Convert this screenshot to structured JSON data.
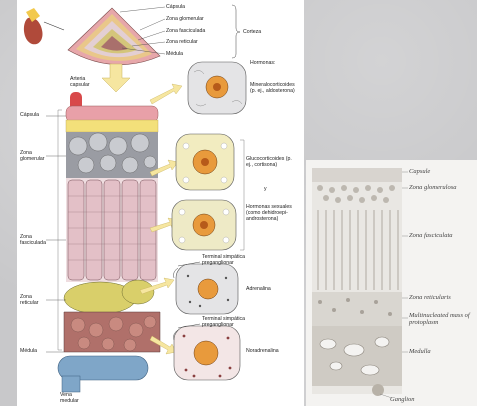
{
  "left_diagram": {
    "top_labels": {
      "capsula": "Cápsula",
      "zona_glomerular": "Zona glomerular",
      "zona_fasciculada": "Zona fasciculada",
      "zona_reticular": "Zona reticular",
      "medula": "Médula",
      "corteza": "Corteza"
    },
    "left_labels": {
      "arteria": "Arteria capsular",
      "capsula": "Cápsula",
      "glomerular": "Zona glomerular",
      "fasciculada": "Zona fasciculada",
      "reticular": "Zona reticular",
      "medula": "Médula",
      "vena": "Vena medular"
    },
    "right_labels": {
      "hormonas": "Hormonas:",
      "mineralo": "Mineralocorticoides (p. ej., aldosterona)",
      "gluco": "Glucocorticoides (p. ej., cortisona)",
      "y": "y",
      "sexuales": "Hormonas sexuales (como dehidroepi-androsterona)",
      "terminal1": "Terminal simpática preganglionar",
      "adrenalina": "Adrenalina",
      "terminal2": "Terminal simpática preganglionar",
      "noradrenalina": "Noradrenalina"
    }
  },
  "right_histology": {
    "labels": {
      "capsule": "Capsule",
      "glomerulosa": "Zona glomerulosa",
      "fasciculata": "Zona fasciculata",
      "reticularis": "Zona reticularis",
      "multinucleated": "Multinucleated mass of protoplasm",
      "medulla": "Medulla",
      "ganglion": "Ganglion"
    }
  },
  "colors": {
    "capsule_pink": "#e8a0a8",
    "capsule_yellow": "#f3e07a",
    "glomerular_gray": "#8c8f96",
    "fasciculada_pink": "#e3c6cc",
    "reticular_yellow": "#d9cf6a",
    "medula_brown": "#b0706a",
    "vein_blue": "#7fa6c8",
    "cell_nucleus": "#e89a3c",
    "arrow_yellow": "#f6e6a0"
  }
}
